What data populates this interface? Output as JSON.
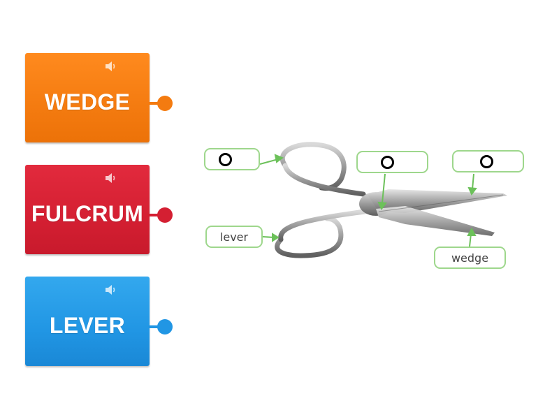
{
  "cards": [
    {
      "id": "wedge",
      "label": "WEDGE",
      "color": "#f47b10",
      "icon": "speaker-icon"
    },
    {
      "id": "fulcrum",
      "label": "FULCRUM",
      "color": "#d41f32",
      "icon": "speaker-icon"
    },
    {
      "id": "lever",
      "label": "LEVER",
      "color": "#2196e4",
      "icon": "speaker-icon"
    }
  ],
  "diagram": {
    "image": "scissors-image",
    "tags": [
      {
        "id": "tag-left-top",
        "text": "",
        "state": "empty"
      },
      {
        "id": "tag-left-bottom",
        "text": "lever",
        "state": "placed"
      },
      {
        "id": "tag-pivot",
        "text": "",
        "state": "empty"
      },
      {
        "id": "tag-blade-top",
        "text": "",
        "state": "empty"
      },
      {
        "id": "tag-blade-bottom",
        "text": "wedge",
        "state": "placed"
      }
    ],
    "tag_border_color": "#9ed78c",
    "arrow_color": "#6cc15a"
  }
}
